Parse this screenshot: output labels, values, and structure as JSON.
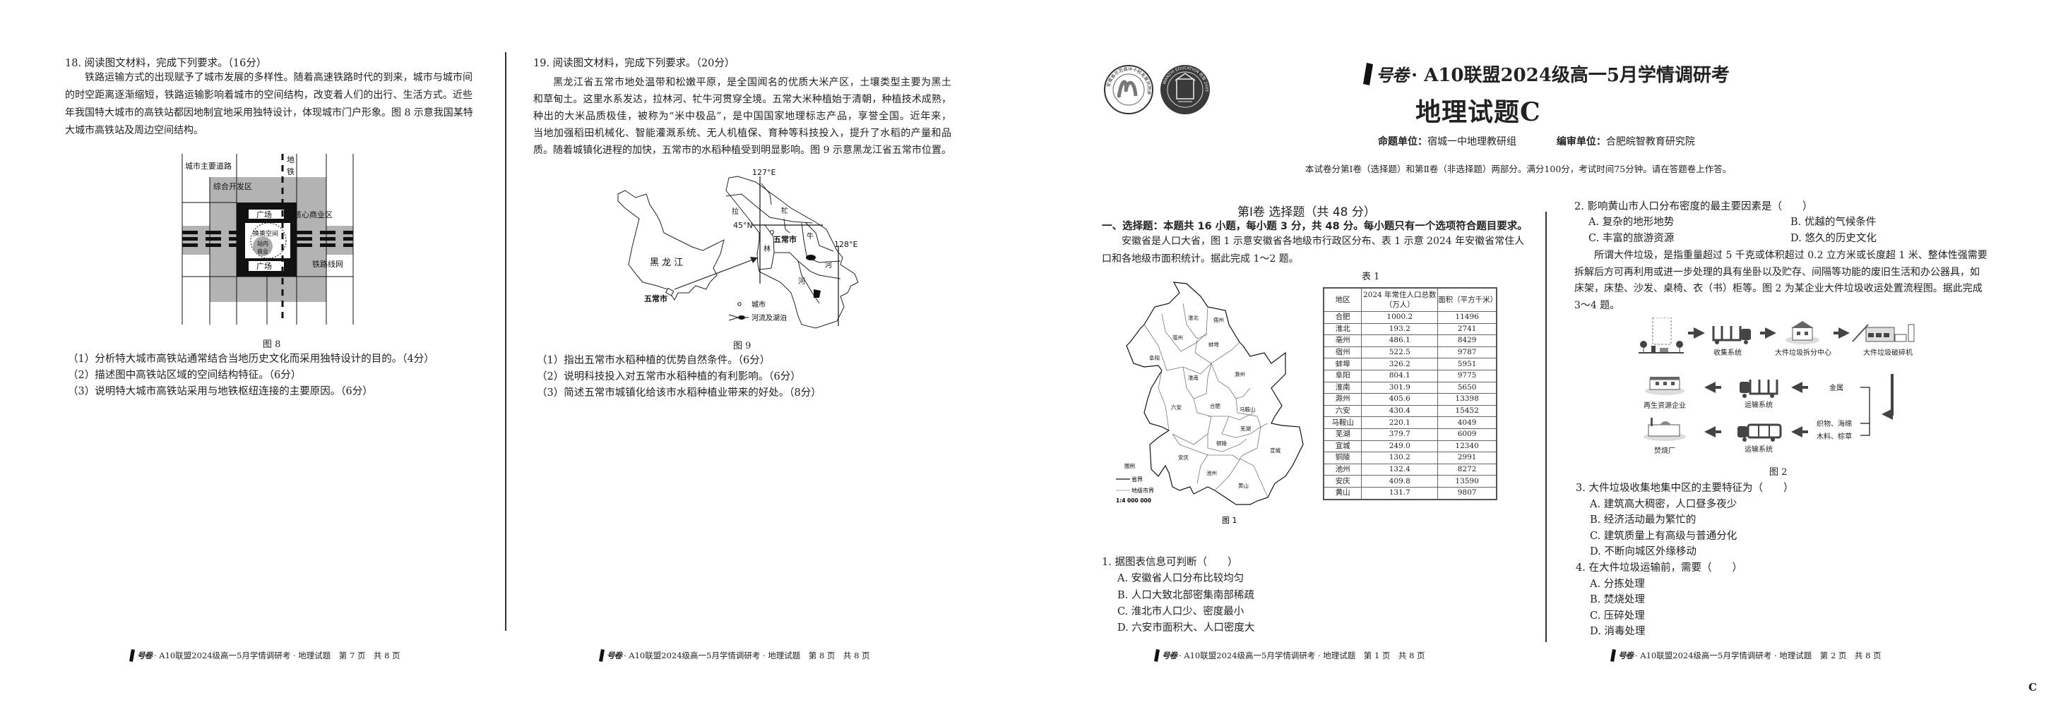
{
  "page7": {
    "q18_title": "18. 阅读图文材料，完成下列要求。（16分）",
    "q18_para": [
      "铁路运输方式的出现赋予了城市发展的多样性。随着高速铁路时代的到来，城市与城市间",
      "的时空距离逐渐缩短，铁路运输影响着城市的空间结构，改变着人们的出行、生活方式。近些",
      "年我国特大城市的高铁站都因地制宜地采用独特设计，体现城市门户形象。图 8 示意我国某特",
      "大城市高铁站及周边空间结构。"
    ],
    "fig8": {
      "road": "城市主要道路",
      "metro_1": "地",
      "metro_2": "铁",
      "dev_zone": "综合开发区",
      "plaza_top": "广场",
      "plaza_bottom": "广场",
      "core_biz": "核心商业区",
      "transfer": "换乘空间",
      "station_biz_1": "站内",
      "station_biz_2": "商业",
      "rail_net": "铁路线网",
      "caption": "图 8"
    },
    "q18_subs": [
      "（1）分析特大城市高铁站通常结合当地历史文化而采用独特设计的目的。（4分）",
      "（2）描述图中高铁站区域的空间结构特征。（6分）",
      "（3）说明特大城市高铁站采用与地铁枢纽连接的主要原因。（6分）"
    ],
    "footer": {
      "brand": "号卷",
      "text": "· A10联盟2024级高一5月学情调研考 · 地理试题　第 7 页　共 8 页"
    }
  },
  "page8": {
    "q19_title": "19. 阅读图文材料，完成下列要求。（20分）",
    "q19_para": [
      "黑龙江省五常市地处温带和松嫩平原，是全国闻名的优质大米产区，土壤类型主要为黑土",
      "和草甸土。这里水系发达，拉林河、牤牛河贯穿全境。五常大米种植始于清朝，种植技术成熟，",
      "种出的大米品质极佳，被称为“米中极品”，是中国国家地理标志产品，享誉全国。近年来，",
      "当地加强稻田机械化、智能灌溉系统、无人机植保、育种等科技投入，提升了水稻的产量和品",
      "质。随着城镇化进程的加快，五常市的水稻种植受到明显影响。图 9 示意黑龙江省五常市位置。"
    ],
    "fig9": {
      "province": "黑 龙 江",
      "city_left": "五常市",
      "city_right": "五常市",
      "lon127": "127°E",
      "lon128": "128°E",
      "lat45": "45°N",
      "river_la": "拉",
      "river_lin": "林",
      "river_he1": "河",
      "river_mang": "牤",
      "river_niu": "牛",
      "river_he2": "河",
      "legend_city": "城市",
      "legend_river": "河流及湖泊",
      "caption": "图 9"
    },
    "q19_subs": [
      "（1）指出五常市水稻种植的优势自然条件。（6分）",
      "（2）说明科技投入对五常市水稻种植的有利影响。（6分）",
      "（3）简述五常市城镇化给该市水稻种植业带来的好处。（8分）"
    ],
    "footer": {
      "brand": "号卷",
      "text": "· A10联盟2024级高一5月学情调研考 · 地理试题　第 8 页　共 8 页"
    }
  },
  "page1": {
    "logo1_text": "安徽省示范高中十校发展共同体",
    "logo2_text": "WANZHI EDUCATION 皖智 2005",
    "title_brand": "号卷",
    "title": "· A10联盟2024级高一5月学情调研考",
    "subtitle": "地理试题C",
    "author_label": "命题单位：",
    "author": "宿城一中地理教研组",
    "reviewer_label": "编审单位：",
    "reviewer": "合肥皖智教育研究院",
    "instructions": "本试卷分第Ⅰ卷（选择题）和第Ⅱ卷（非选择题）两部分。满分100分，考试时间75分钟。请在答题卷上作答。",
    "section_title": "第Ⅰ卷  选择题（共 48 分）",
    "section_desc": "一、选择题：本题共 16 小题，每小题 3 分，共 48 分。每小题只有一个选项符合题目要求。",
    "intro": [
      "安徽省是人口大省，图 1 示意安徽省各地级市行政区分布、表 1 示意 2024 年安徽省常住人",
      "口和各地级市面积统计。据此完成 1～2 题。"
    ],
    "fig1": {
      "cities": {
        "huaibei": "淮北",
        "suzhou": "宿州",
        "bozhou": "亳州",
        "bengbu": "蚌埠",
        "fuyang": "阜阳",
        "chuzhou": "滁州",
        "huainan": "淮南",
        "luan": "六安",
        "hefei": "合肥",
        "maanshan": "马鞍山",
        "wuhu": "芜湖",
        "tongling": "铜陵",
        "xuancheng": "宣城",
        "anqing": "安庆",
        "chizhou": "池州",
        "huangshan": "黄山"
      },
      "legend_title": "图例",
      "legend_province": "省界",
      "legend_city": "地级市界",
      "scale": "1:4 000 000",
      "caption": "图 1"
    },
    "table1": {
      "caption": "表 1",
      "headers": [
        "地区",
        "2024 年常住人口总数（万人）",
        "面积（平方千米）"
      ],
      "rows": [
        [
          "合肥",
          "1000.2",
          "11496"
        ],
        [
          "淮北",
          "193.2",
          "2741"
        ],
        [
          "亳州",
          "486.1",
          "8429"
        ],
        [
          "宿州",
          "522.5",
          "9787"
        ],
        [
          "蚌埠",
          "326.2",
          "5951"
        ],
        [
          "阜阳",
          "804.1",
          "9775"
        ],
        [
          "淮南",
          "301.9",
          "5650"
        ],
        [
          "滁州",
          "405.6",
          "13398"
        ],
        [
          "六安",
          "430.4",
          "15452"
        ],
        [
          "马鞍山",
          "220.1",
          "4049"
        ],
        [
          "芜湖",
          "379.7",
          "6009"
        ],
        [
          "宣城",
          "249.0",
          "12340"
        ],
        [
          "铜陵",
          "130.2",
          "2991"
        ],
        [
          "池州",
          "132.4",
          "8272"
        ],
        [
          "安庆",
          "409.8",
          "13590"
        ],
        [
          "黄山",
          "131.7",
          "9807"
        ]
      ]
    },
    "q1": {
      "stem": "1. 据图表信息可判断（　　）",
      "options": [
        "A. 安徽省人口分布比较均匀",
        "B. 人口大致北部密集南部稀疏",
        "C. 淮北市人口少、密度最小",
        "D. 六安市面积大、人口密度大"
      ]
    },
    "footer": {
      "brand": "号卷",
      "text": "· A10联盟2024级高一5月学情调研考 · 地理试题　第 1 页　共 8 页"
    }
  },
  "page2": {
    "q2": {
      "stem": "2. 影响黄山市人口分布密度的最主要因素是（　　）",
      "options": [
        "A. 复杂的地形地势",
        "B. 优越的气候条件",
        "C. 丰富的旅游资源",
        "D. 悠久的历史文化"
      ]
    },
    "para": [
      "所谓大件垃圾，是指重量超过 5 千克或体积超过 0.2 立方米或长度超 1 米、整体性强需要",
      "拆解后方可再利用或进一步处理的具有坐卧以及贮存、间隔等功能的废旧生活和办公器具，如",
      "床架，床垫、沙发、桌椅、衣（书）柜等。图 2 为某企业大件垃圾收运处置流程图。据此完成",
      "3～4 题。"
    ],
    "fig2": {
      "collect": "收集系统",
      "dismantle": "大件垃圾拆分中心",
      "crusher": "大件垃圾破碎机",
      "metal": "金属",
      "fabric": "织物、海绵",
      "wood": "木料、棕草",
      "transport_1": "运输系统",
      "transport_2": "运输系统",
      "recycle": "再生资源企业",
      "incinerator": "焚烧厂",
      "caption": "图 2"
    },
    "q3": {
      "stem": "3. 大件垃圾收集地集中区的主要特征为（　　）",
      "options": [
        "A. 建筑高大稠密，人口昼多夜少",
        "B. 经济活动最为繁忙的",
        "C. 建筑质量上有高级与普通分化",
        "D. 不断向城区外缘移动"
      ]
    },
    "q4": {
      "stem": "4. 在大件垃圾运输前，需要（　　）",
      "options": [
        "A. 分拣处理",
        "B. 焚烧处理",
        "C. 压碎处理",
        "D. 消毒处理"
      ]
    },
    "footer": {
      "brand": "号卷",
      "text": "· A10联盟2024级高一5月学情调研考 · 地理试题　第 2 页　共 8 页"
    },
    "corner_mark": "C"
  }
}
